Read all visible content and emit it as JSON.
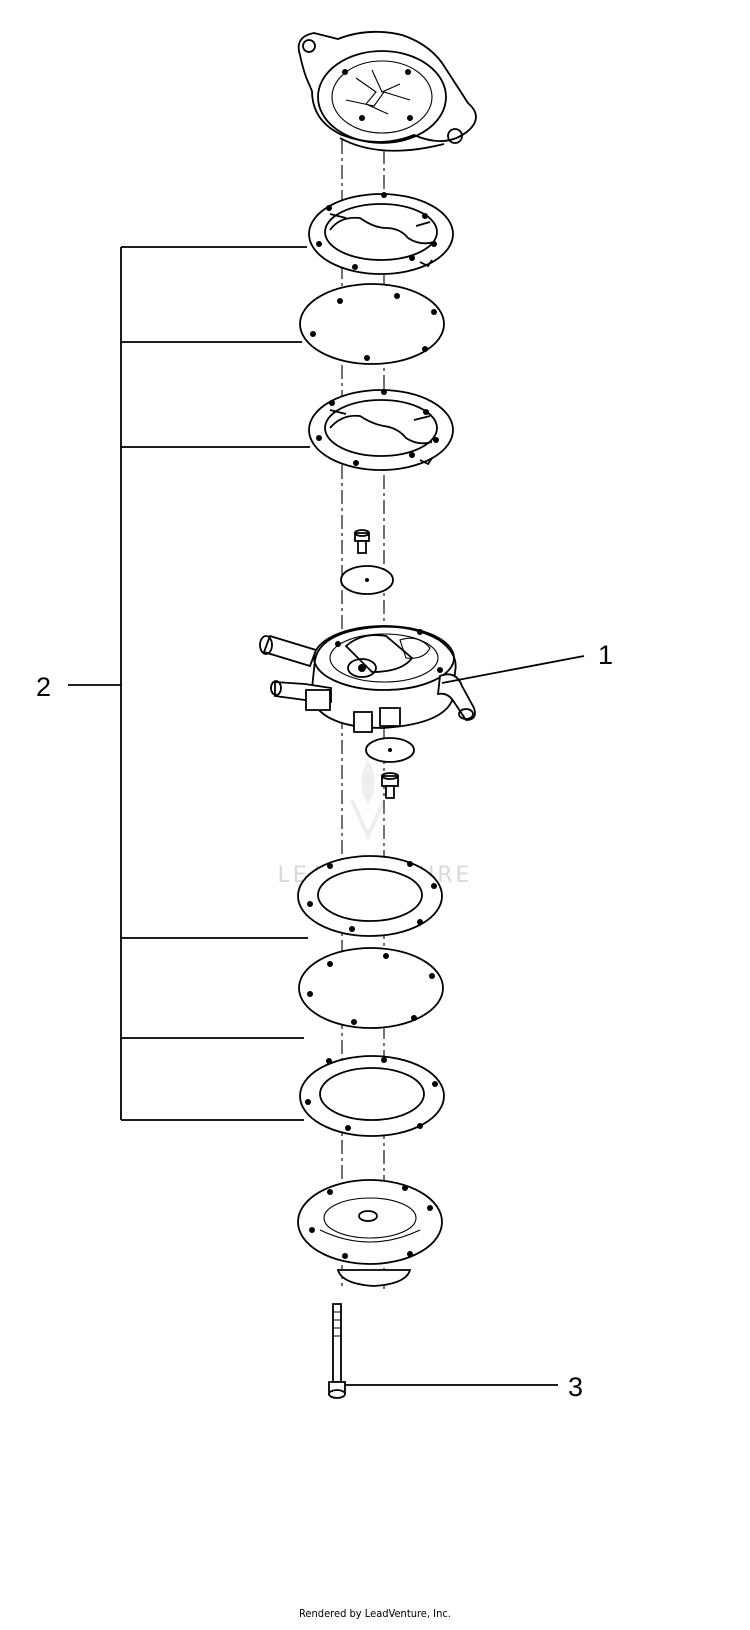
{
  "diagram": {
    "callouts": [
      {
        "id": "1",
        "label": "1"
      },
      {
        "id": "2",
        "label": "2"
      },
      {
        "id": "3",
        "label": "3"
      }
    ],
    "watermark": "LEADVENTURE",
    "footer": "Rendered by LeadVenture, Inc."
  },
  "colors": {
    "line": "#000000",
    "background": "#ffffff",
    "watermark": "#d9d9d9"
  }
}
